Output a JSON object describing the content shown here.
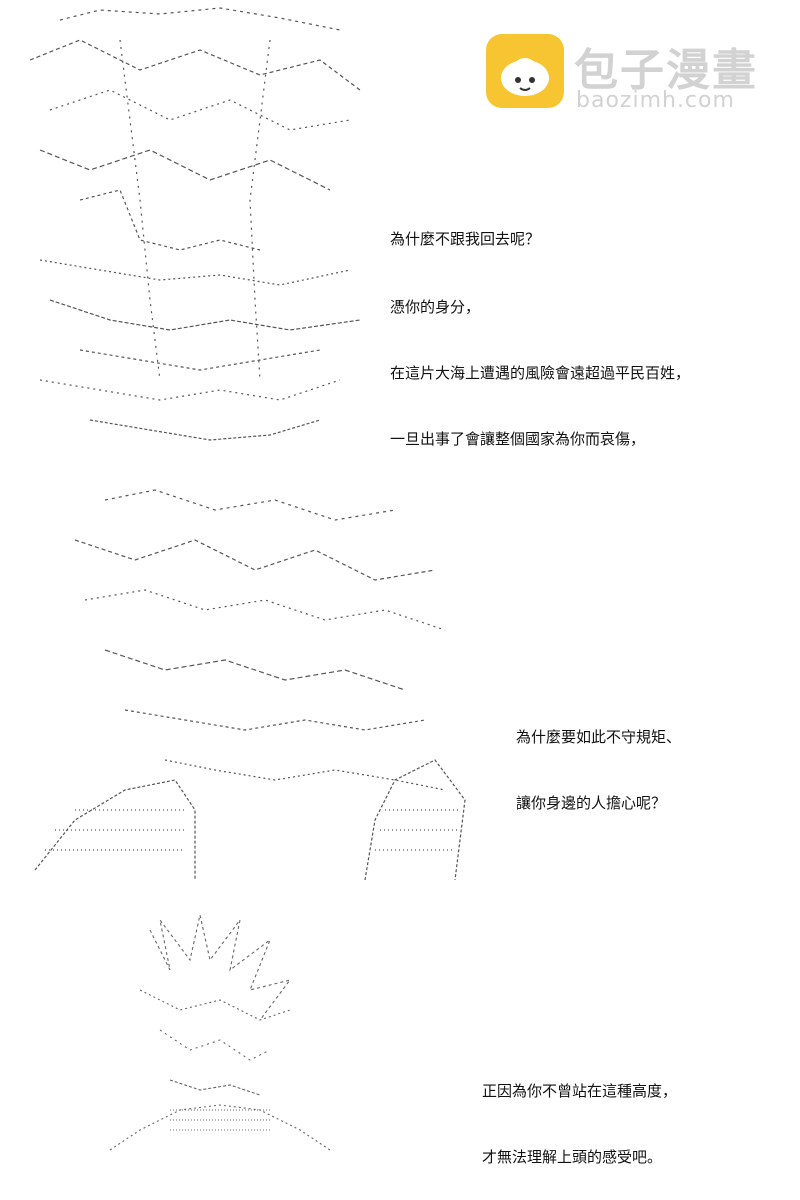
{
  "logo": {
    "title": "包子漫畫",
    "url": "baozimh.com",
    "badge_color": "#f7c531",
    "text_color": "#d2d2d2"
  },
  "panels": [
    {
      "lines": [
        "為什麼不跟我回去呢？"
      ]
    },
    {
      "lines": [
        "憑你的身分，",
        "在這片大海上遭遇的風險會遠超過平民百姓，",
        "一旦出事了會讓整個國家為你而哀傷，"
      ]
    },
    {
      "lines": [
        "為什麼要如此不守規矩、",
        "讓你身邊的人擔心呢？"
      ]
    },
    {
      "lines": [
        "正因為你不曾站在這種高度，",
        "才無法理解上頭的感受吧。"
      ]
    }
  ]
}
